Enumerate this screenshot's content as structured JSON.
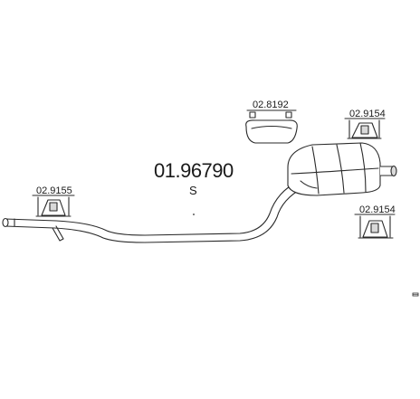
{
  "diagram": {
    "main_part_number": "01.96790",
    "variant_code": "S",
    "parts": {
      "rear_silencer_mount_top": "02.9154",
      "rear_silencer_mount_bottom": "02.9154",
      "front_pipe_mount": "02.9155",
      "gasket_clamp": "02.8192"
    }
  }
}
